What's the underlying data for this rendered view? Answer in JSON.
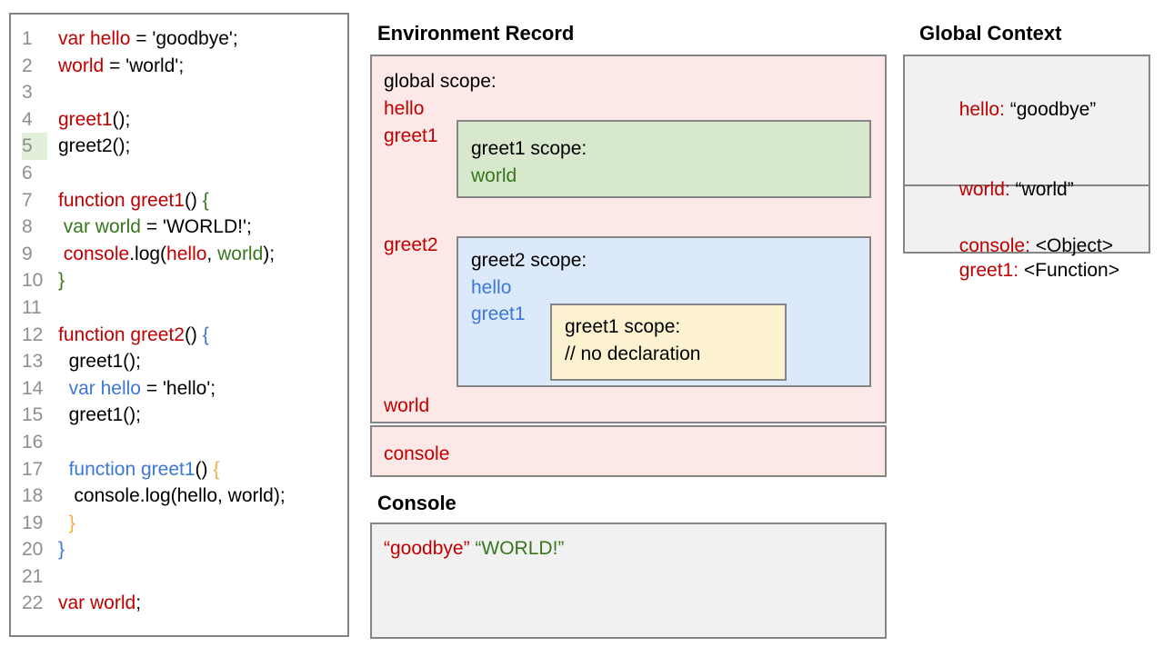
{
  "colors": {
    "code_red": "#c00000",
    "code_green": "#38761d",
    "code_blue": "#3d78d8",
    "code_orange": "#f0b13c",
    "global_scope_bg": "#fce9e7",
    "greet1_scope_bg": "#d7e8cc",
    "greet2_scope_bg": "#dbe9fa",
    "inner_scope_bg": "#fcf2cf",
    "panel_gray_bg": "#f1f1f1",
    "active_line_highlight": "#e2efda"
  },
  "code_panel": {
    "lines": [
      {
        "n": "1",
        "i": 0,
        "tokens": [
          [
            "var hello",
            "red"
          ],
          [
            " = 'goodbye';",
            "k"
          ]
        ]
      },
      {
        "n": "2",
        "i": 0,
        "tokens": [
          [
            "world",
            "red"
          ],
          [
            " = 'world';",
            "k"
          ]
        ]
      },
      {
        "n": "3",
        "i": 0,
        "tokens": []
      },
      {
        "n": "4",
        "i": 0,
        "tokens": [
          [
            "greet1",
            "red"
          ],
          [
            "();",
            "k"
          ]
        ]
      },
      {
        "n": "5",
        "i": 0,
        "h": true,
        "tokens": [
          [
            "greet2();",
            "k"
          ]
        ]
      },
      {
        "n": "6",
        "i": 0,
        "tokens": []
      },
      {
        "n": "7",
        "i": 0,
        "tokens": [
          [
            "function greet1",
            "red"
          ],
          [
            "() ",
            "k"
          ],
          [
            "{",
            "green"
          ]
        ]
      },
      {
        "n": "8",
        "i": 1,
        "tokens": [
          [
            "var world",
            "green"
          ],
          [
            " = 'WORLD!';",
            "k"
          ]
        ]
      },
      {
        "n": "9",
        "i": 1,
        "tokens": [
          [
            "console",
            "red"
          ],
          [
            ".log(",
            "k"
          ],
          [
            "hello",
            "red"
          ],
          [
            ", ",
            "k"
          ],
          [
            "world",
            "green"
          ],
          [
            ");",
            "k"
          ]
        ]
      },
      {
        "n": "10",
        "i": 0,
        "tokens": [
          [
            "}",
            "green"
          ]
        ]
      },
      {
        "n": "11",
        "i": 0,
        "tokens": []
      },
      {
        "n": "12",
        "i": 0,
        "tokens": [
          [
            "function greet2",
            "red"
          ],
          [
            "() ",
            "k"
          ],
          [
            "{",
            "blue"
          ]
        ]
      },
      {
        "n": "13",
        "i": 2,
        "tokens": [
          [
            "greet1();",
            "k"
          ]
        ]
      },
      {
        "n": "14",
        "i": 2,
        "tokens": [
          [
            "var hello",
            "blue"
          ],
          [
            " = 'hello';",
            "k"
          ]
        ]
      },
      {
        "n": "15",
        "i": 2,
        "tokens": [
          [
            "greet1();",
            "k"
          ]
        ]
      },
      {
        "n": "16",
        "i": 0,
        "tokens": []
      },
      {
        "n": "17",
        "i": 2,
        "tokens": [
          [
            "function greet1",
            "blue"
          ],
          [
            "() ",
            "k"
          ],
          [
            "{",
            "orange"
          ]
        ]
      },
      {
        "n": "18",
        "i": 3,
        "tokens": [
          [
            "console.log(hello, world);",
            "k"
          ]
        ]
      },
      {
        "n": "19",
        "i": 2,
        "tokens": [
          [
            "}",
            "orange"
          ]
        ]
      },
      {
        "n": "20",
        "i": 0,
        "tokens": [
          [
            "}",
            "blue"
          ]
        ]
      },
      {
        "n": "21",
        "i": 0,
        "tokens": []
      },
      {
        "n": "22",
        "i": 0,
        "tokens": [
          [
            "var world",
            "red"
          ],
          [
            ";",
            "k"
          ]
        ]
      }
    ]
  },
  "env": {
    "title": "Environment Record",
    "global_label": "global scope:",
    "g_hello": "hello",
    "g_greet1": "greet1",
    "g_greet2": "greet2",
    "g_world": "world",
    "g_console": "console",
    "greet1_label": "greet1 scope:",
    "greet1_world": "world",
    "greet2_label": "greet2 scope:",
    "greet2_hello": "hello",
    "greet2_greet1": "greet1",
    "inner_label": "greet1 scope:",
    "inner_comment": "// no declaration"
  },
  "console": {
    "title": "Console",
    "output": [
      [
        "“goodbye”",
        "red"
      ],
      [
        " ",
        "k"
      ],
      [
        "“WORLD!”",
        "green"
      ]
    ]
  },
  "global_context": {
    "title": "Global Context",
    "sections": [
      {
        "entries": [
          {
            "key": "hello:",
            "value": " “goodbye”"
          },
          {
            "key": "world:",
            "value": " “world”"
          },
          {
            "key": "greet1:",
            "value": " <Function>"
          }
        ]
      },
      {
        "entries": [
          {
            "key": "console:",
            "value": " <Object>"
          }
        ]
      }
    ]
  }
}
